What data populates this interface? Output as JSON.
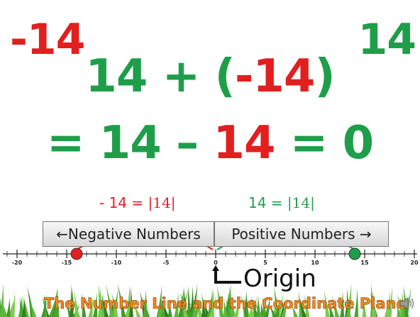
{
  "corner_left": "-14",
  "corner_right": "14",
  "eq1": {
    "a": "14 + (",
    "b": "-14",
    "c": ")"
  },
  "eq2": {
    "a": "= 14 – ",
    "b": "14",
    "c": " = 0"
  },
  "abs_neg": {
    "prefix": "- 14 = ",
    "bars": "|14|"
  },
  "abs_pos": {
    "prefix": "14 = ",
    "bars": "|14|"
  },
  "negative_label": "←Negative Numbers",
  "positive_label": "Positive Numbers →",
  "ticks": [
    "-20",
    "-15",
    "-10",
    "-5",
    "0",
    "5",
    "10",
    "15",
    "20"
  ],
  "points": [
    {
      "value": -14,
      "color": "#e21f1f"
    },
    {
      "value": 14,
      "color": "#1f9e4a"
    }
  ],
  "origin_label": "Origin",
  "footer": "The Number Line and the Coordinate Plane",
  "icons": [
    "speaker-icon",
    "origin-arrow-icon"
  ],
  "colors": {
    "negative": "#e21f1f",
    "positive": "#1f9e4a",
    "footer": "#f08a1f"
  }
}
